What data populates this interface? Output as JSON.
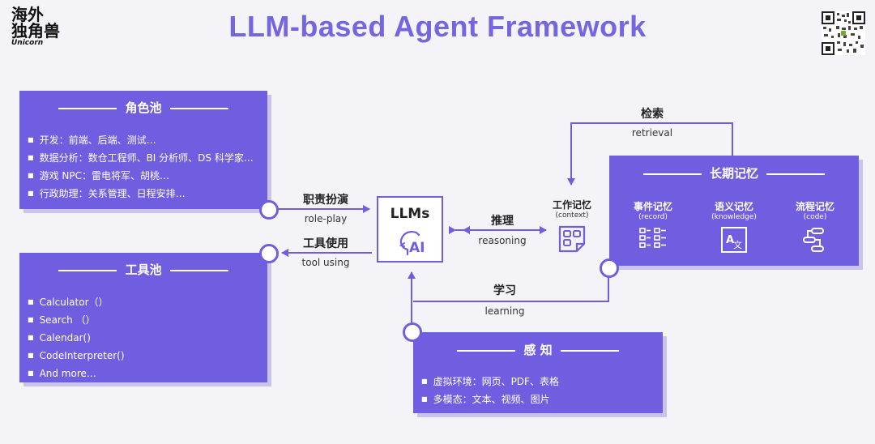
{
  "title": "LLM-based Agent Framework",
  "logo": {
    "main": "海外\n独角兽",
    "sub": "Unicorn"
  },
  "role_pool": {
    "heading": "角色池",
    "items": [
      "开发：前端、后端、测试…",
      "数据分析：数仓工程师、BI 分析师、DS 科学家…",
      "游戏 NPC：雷电将军、胡桃…",
      "行政助理：关系管理、日程安排…"
    ]
  },
  "tool_pool": {
    "heading": "工具池",
    "items": [
      "Calculator（）",
      "Search （）",
      "Calendar()",
      "CodeInterpreter()",
      "And more…"
    ]
  },
  "perception": {
    "heading": "感 知",
    "items": [
      "虚拟环境：网页、PDF、表格",
      "多模态：文本、视频、图片"
    ]
  },
  "long_memory": {
    "heading": "长期记忆",
    "cols": [
      {
        "h": "事件记忆",
        "s": "(record)",
        "icon": "checklist-icon"
      },
      {
        "h": "语义记忆",
        "s": "(knowledge)",
        "icon": "translate-icon"
      },
      {
        "h": "流程记忆",
        "s": "(code)",
        "icon": "flow-icon"
      }
    ]
  },
  "llm": {
    "label": "LLMs",
    "icon": "brain-ai-icon",
    "ai": "AI"
  },
  "working_memory": {
    "h": "工作记忆",
    "s": "(context)"
  },
  "edges": {
    "role": {
      "zh": "职责扮演",
      "en": "role-play"
    },
    "tool": {
      "zh": "工具使用",
      "en": "tool using"
    },
    "reason": {
      "zh": "推理",
      "en": "reasoning"
    },
    "retrieval": {
      "zh": "检索",
      "en": "retrieval"
    },
    "learning": {
      "zh": "学习",
      "en": "learning"
    }
  },
  "colors": {
    "accent": "#6f5fe0",
    "title": "#7466e0",
    "shadow": "#c9c3ee"
  }
}
